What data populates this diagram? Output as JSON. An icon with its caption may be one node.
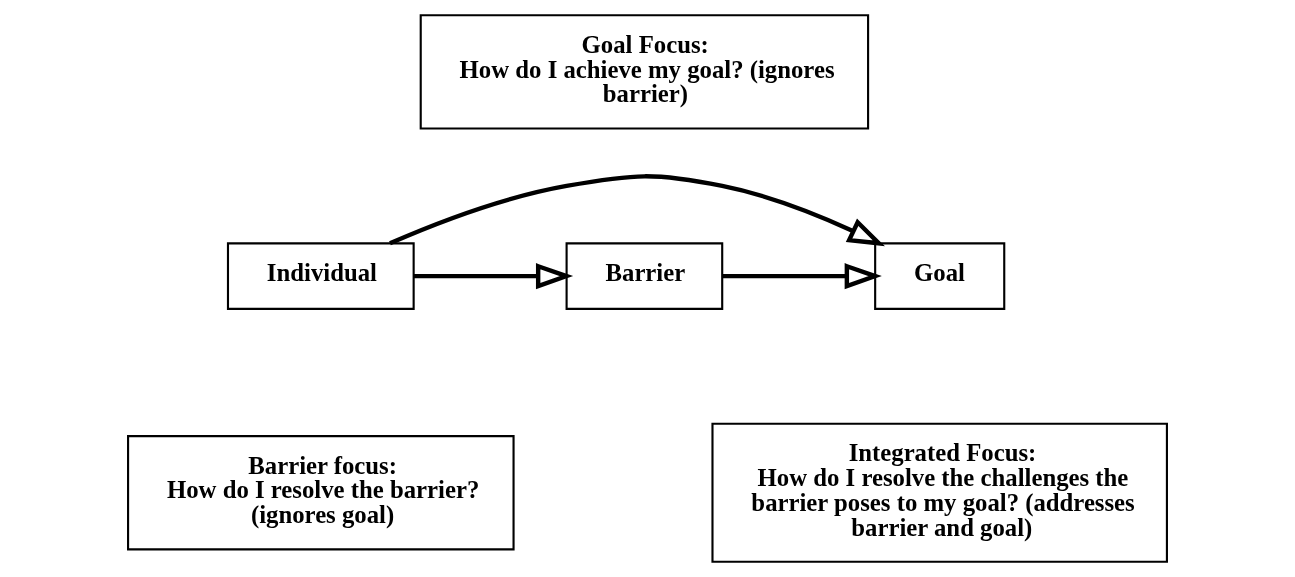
{
  "diagram": {
    "nodes": [
      {
        "text": [
          "Goal Focus:",
          "How do I achieve my goal? (ignores barrier)"
        ]
      },
      {
        "text": [
          "Individual"
        ]
      },
      {
        "text": [
          "Barrier"
        ]
      },
      {
        "text": [
          "Goal"
        ]
      },
      {
        "text": [
          "Barrier focus:",
          "How do I resolve the barrier? (ignores goal)"
        ]
      },
      {
        "text": [
          "Integrated Focus:",
          "How do I resolve the challenges the barrier poses to my goal? (addresses barrier and goal)"
        ]
      }
    ],
    "edges": [
      {
        "from": 1,
        "to": 3,
        "arrow": "to"
      },
      {
        "from": 1,
        "to": 2,
        "arrow": "to"
      },
      {
        "from": 2,
        "to": 3,
        "arrow": "to"
      }
    ]
  }
}
